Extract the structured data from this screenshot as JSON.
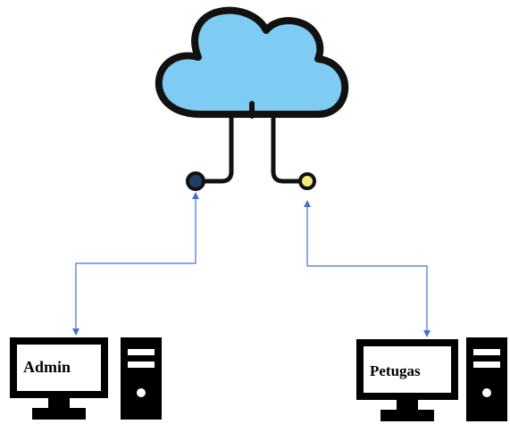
{
  "diagram": {
    "nodes": {
      "admin": {
        "label": "Admin"
      },
      "petugas": {
        "label": "Petugas"
      }
    },
    "colors": {
      "cloud_fill": "#7ecbf3",
      "outline": "#111111",
      "left_connector": "#1f3f66",
      "right_connector": "#f4ea7c",
      "arrow": "#4472c4",
      "screen": "#ffffff"
    },
    "edges": [
      {
        "from": "admin",
        "to": "cloud-left-connector",
        "bidirectional": true
      },
      {
        "from": "petugas",
        "to": "cloud-right-connector",
        "bidirectional": true
      }
    ]
  }
}
